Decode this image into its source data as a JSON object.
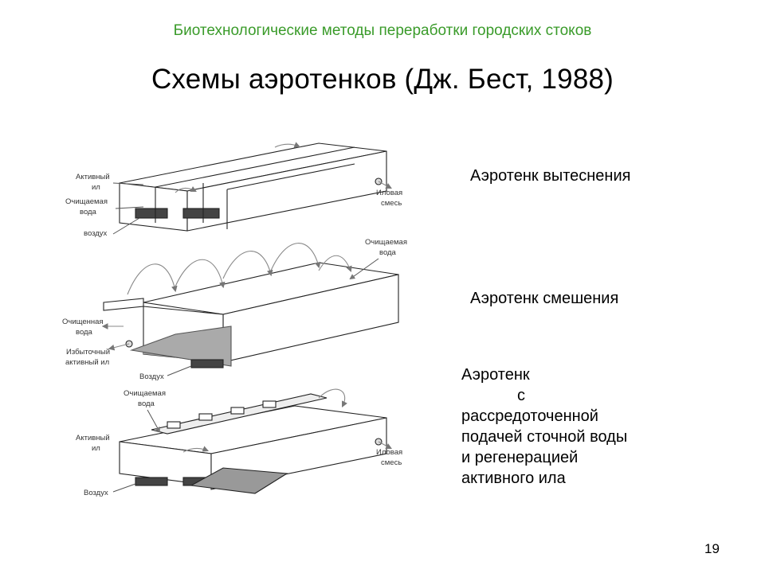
{
  "header": {
    "subtitle": "Биотехнологические методы переработки городских стоков"
  },
  "title": "Схемы аэротенков (Дж. Бест, 1988)",
  "captions": {
    "displacement": "Аэротенк вытеснения",
    "mixing": "Аэротенк смешения",
    "dispersed": [
      "Аэротенк",
      "с",
      "рассредоточенной",
      "подачей  сточной воды",
      "и регенерацией",
      "активного ила"
    ]
  },
  "diagram_labels": {
    "d1": {
      "active_sludge_1": "Активный",
      "active_sludge_2": "ил",
      "clean_water_1": "Очищаемая",
      "clean_water_2": "вода",
      "air": "воздух",
      "sludge_mix_1": "Иловая",
      "sludge_mix_2": "смесь"
    },
    "d2": {
      "clean_water_1": "Очищаемая",
      "clean_water_2": "вода",
      "cleaned_water_1": "Очищенная",
      "cleaned_water_2": "вода",
      "excess_1": "Избыточный",
      "excess_2": "активный ил",
      "air": "Воздух"
    },
    "d3": {
      "clean_water_1": "Очищаемая",
      "clean_water_2": "вода",
      "active_sludge_1": "Активный",
      "active_sludge_2": "ил",
      "sludge_mix_1": "Иловая",
      "sludge_mix_2": "смесь",
      "air": "Воздух"
    }
  },
  "page_number": "19",
  "colors": {
    "header": "#3a9b2a"
  }
}
